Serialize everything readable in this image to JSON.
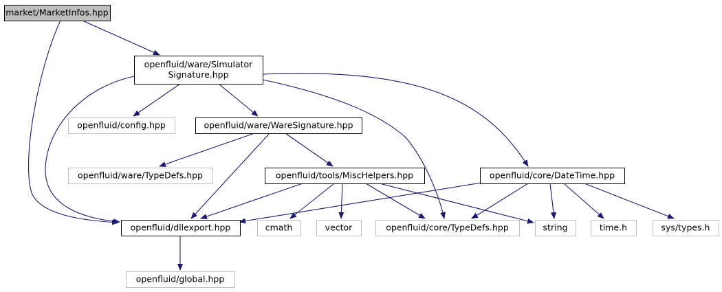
{
  "graph": {
    "colors": {
      "edge": "#191970",
      "node_border": "#000000",
      "external_border": "#bfbfbf",
      "root_fill": "#bfbfbf",
      "node_fill": "#ffffff",
      "text": "#000000"
    },
    "nodes": [
      {
        "id": "n0",
        "lines": [
          "market/MarketInfos.hpp"
        ],
        "kind": "root"
      },
      {
        "id": "n1",
        "lines": [
          "openfluid/ware/Simulator",
          "Signature.hpp"
        ],
        "kind": "documented"
      },
      {
        "id": "n2",
        "lines": [
          "openfluid/config.hpp"
        ],
        "kind": "external"
      },
      {
        "id": "n3",
        "lines": [
          "openfluid/ware/WareSignature.hpp"
        ],
        "kind": "documented"
      },
      {
        "id": "n4",
        "lines": [
          "openfluid/ware/TypeDefs.hpp"
        ],
        "kind": "external"
      },
      {
        "id": "n5",
        "lines": [
          "openfluid/tools/MiscHelpers.hpp"
        ],
        "kind": "documented"
      },
      {
        "id": "n6",
        "lines": [
          "openfluid/core/DateTime.hpp"
        ],
        "kind": "documented"
      },
      {
        "id": "n7",
        "lines": [
          "openfluid/dllexport.hpp"
        ],
        "kind": "documented"
      },
      {
        "id": "n8",
        "lines": [
          "cmath"
        ],
        "kind": "external"
      },
      {
        "id": "n9",
        "lines": [
          "vector"
        ],
        "kind": "external"
      },
      {
        "id": "n10",
        "lines": [
          "openfluid/core/TypeDefs.hpp"
        ],
        "kind": "external"
      },
      {
        "id": "n11",
        "lines": [
          "string"
        ],
        "kind": "external"
      },
      {
        "id": "n12",
        "lines": [
          "time.h"
        ],
        "kind": "external"
      },
      {
        "id": "n13",
        "lines": [
          "sys/types.h"
        ],
        "kind": "external"
      },
      {
        "id": "n14",
        "lines": [
          "openfluid/global.hpp"
        ],
        "kind": "external"
      }
    ],
    "edges": [
      {
        "from": "n0",
        "to": "n1"
      },
      {
        "from": "n0",
        "to": "n7"
      },
      {
        "from": "n1",
        "to": "n2"
      },
      {
        "from": "n1",
        "to": "n3"
      },
      {
        "from": "n1",
        "to": "n7"
      },
      {
        "from": "n1",
        "to": "n10"
      },
      {
        "from": "n1",
        "to": "n6"
      },
      {
        "from": "n3",
        "to": "n4"
      },
      {
        "from": "n3",
        "to": "n5"
      },
      {
        "from": "n3",
        "to": "n7"
      },
      {
        "from": "n5",
        "to": "n7"
      },
      {
        "from": "n5",
        "to": "n8"
      },
      {
        "from": "n5",
        "to": "n9"
      },
      {
        "from": "n5",
        "to": "n10"
      },
      {
        "from": "n5",
        "to": "n11"
      },
      {
        "from": "n6",
        "to": "n7"
      },
      {
        "from": "n6",
        "to": "n10"
      },
      {
        "from": "n6",
        "to": "n11"
      },
      {
        "from": "n6",
        "to": "n12"
      },
      {
        "from": "n6",
        "to": "n13"
      },
      {
        "from": "n7",
        "to": "n14"
      }
    ]
  }
}
